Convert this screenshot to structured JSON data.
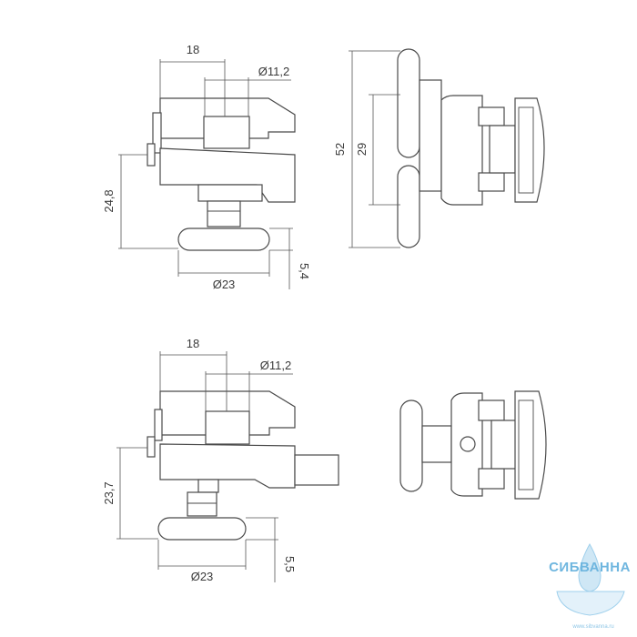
{
  "drawing_top": {
    "dims": {
      "width_top": "18",
      "bore": "Ø11,2",
      "height": "24,8",
      "knob_dia": "Ø23",
      "knob_thick": "5,4",
      "overall": "52",
      "spacing": "29"
    }
  },
  "drawing_bottom": {
    "dims": {
      "width_top": "18",
      "bore": "Ø11,2",
      "height": "23,7",
      "knob_dia": "Ø23",
      "knob_thick": "5,5"
    }
  },
  "watermark": {
    "brand": "СИБВАННА",
    "site": "www.sibvanna.ru",
    "colors": {
      "primary": "#6fb6df",
      "light": "#cfe7f5"
    }
  }
}
